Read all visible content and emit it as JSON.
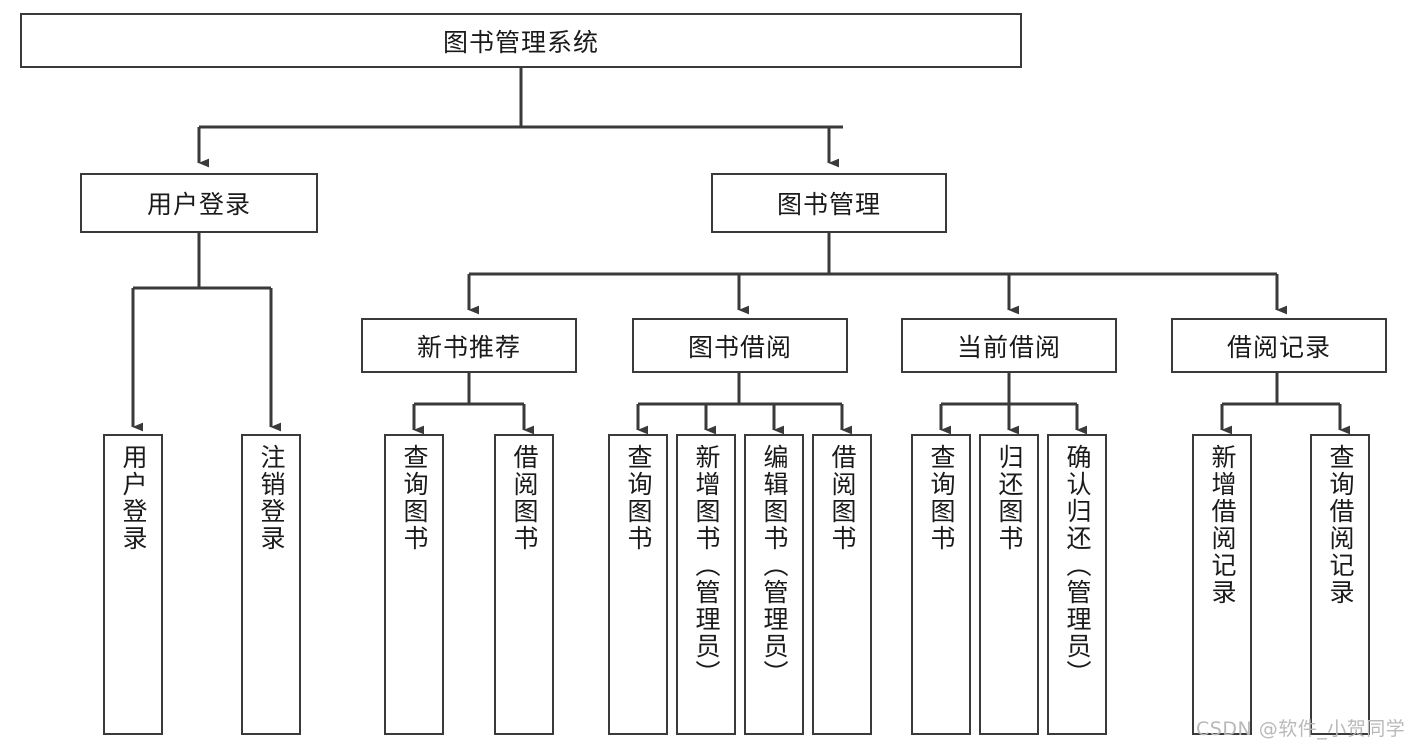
{
  "diagram": {
    "type": "tree-hierarchy",
    "title": "图书管理系统",
    "root": {
      "label": "图书管理系统"
    },
    "level1": [
      {
        "label": "用户登录"
      },
      {
        "label": "图书管理"
      }
    ],
    "level2": [
      {
        "label": "新书推荐",
        "parent": "图书管理"
      },
      {
        "label": "图书借阅",
        "parent": "图书管理"
      },
      {
        "label": "当前借阅",
        "parent": "图书管理"
      },
      {
        "label": "借阅记录",
        "parent": "图书管理"
      }
    ],
    "leaves": {
      "user_login": [
        {
          "label": "用户登录"
        },
        {
          "label": "注销登录"
        }
      ],
      "new_book_recommend": [
        {
          "label": "查询图书"
        },
        {
          "label": "借阅图书"
        }
      ],
      "book_borrow": [
        {
          "label": "查询图书"
        },
        {
          "label": "新增图书（管理员）"
        },
        {
          "label": "编辑图书（管理员）"
        },
        {
          "label": "借阅图书"
        }
      ],
      "current_borrow": [
        {
          "label": "查询图书"
        },
        {
          "label": "归还图书"
        },
        {
          "label": "确认归还（管理员）"
        }
      ],
      "borrow_record": [
        {
          "label": "新增借阅记录"
        },
        {
          "label": "查询借阅记录"
        }
      ]
    }
  },
  "watermark": {
    "text": "CSDN @软件_小贺同学"
  },
  "colors": {
    "stroke": "#3a3a3a",
    "background": "#ffffff",
    "text": "#1a1a1a",
    "watermark": "#b9b9b9"
  }
}
